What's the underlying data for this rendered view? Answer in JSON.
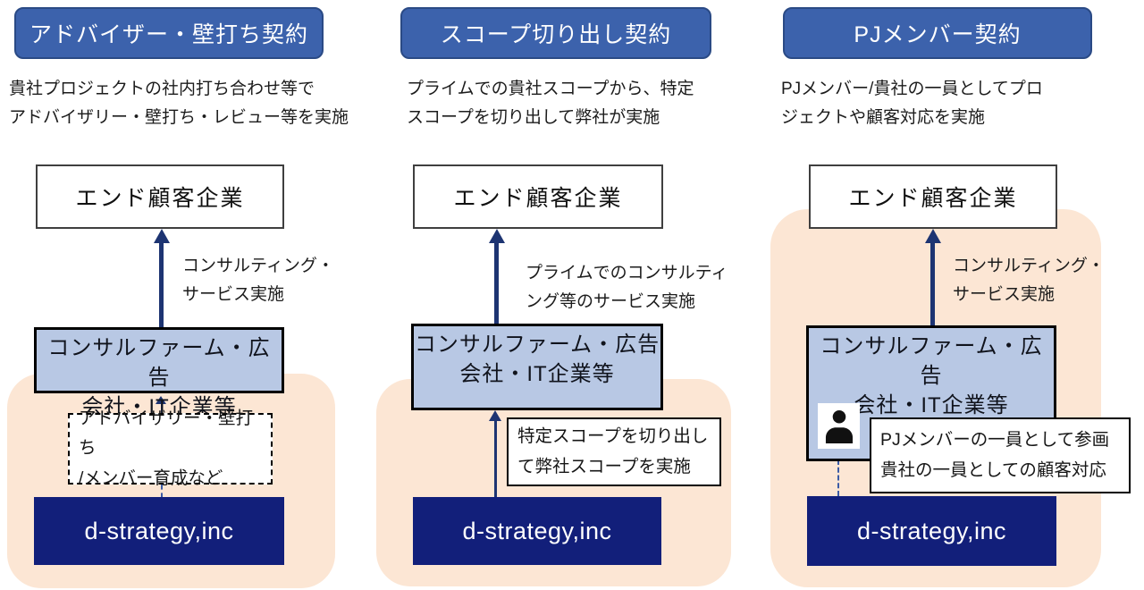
{
  "colors": {
    "header_blue": "#3c62ac",
    "header_border": "#2a4a85",
    "navy_company": "#121f7a",
    "arrow_navy": "#1d3472",
    "consulting_light_blue": "#b8c8e4",
    "background_peach": "#fce6d4",
    "box_border_black": "#000000"
  },
  "columns": [
    {
      "header": "アドバイザー・壁打ち契約",
      "description": "貴社プロジェクトの社内打ち合わせ等で\nアドバイザリー・壁打ち・レビュー等を実施",
      "end_customer": "エンド顧客企業",
      "arrow_label": "コンサルティング・\nサービス実施",
      "consulting_firm": "コンサルファーム・広告\n会社・IT企業等",
      "note": "アドバイザリー・壁打ち\n/メンバー育成など",
      "company": "d-strategy,inc"
    },
    {
      "header": "スコープ切り出し契約",
      "description": "プライムでの貴社スコープから、特定\nスコープを切り出して弊社が実施",
      "end_customer": "エンド顧客企業",
      "arrow_label": "プライムでのコンサルティ\nング等のサービス実施",
      "consulting_firm": "コンサルファーム・広告\n会社・IT企業等",
      "note": "特定スコープを切り出し\nて弊社スコープを実施",
      "company": "d-strategy,inc"
    },
    {
      "header": "PJメンバー契約",
      "description": "PJメンバー/貴社の一員としてプロ\nジェクトや顧客対応を実施",
      "end_customer": "エンド顧客企業",
      "arrow_label": "コンサルティング・\nサービス実施",
      "consulting_firm": "コンサルファーム・広告\n会社・IT企業等",
      "note": "PJメンバーの一員として参画\n貴社の一員としての顧客対応",
      "company": "d-strategy,inc"
    }
  ]
}
